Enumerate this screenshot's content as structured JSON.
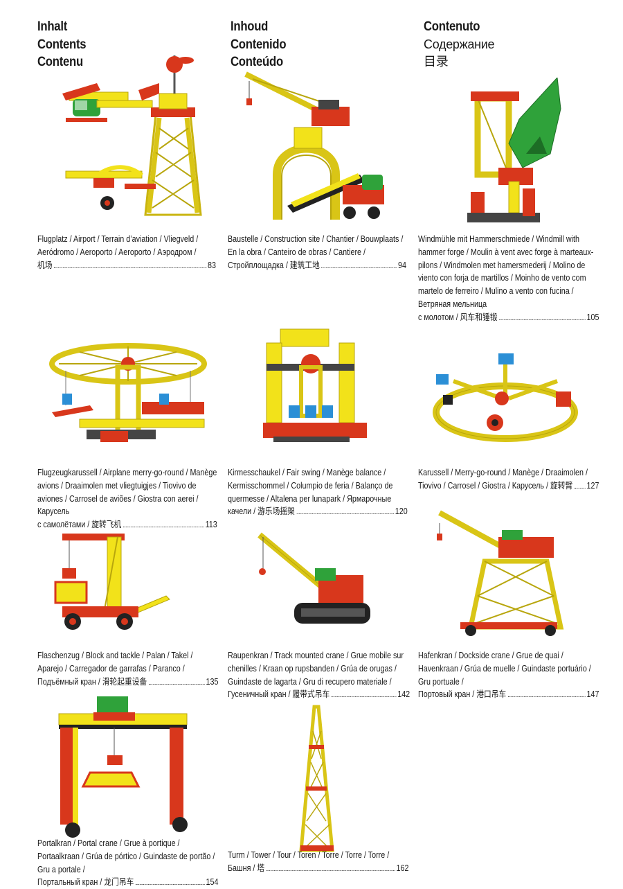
{
  "headers": [
    {
      "lines": [
        "Inhalt",
        "Contents",
        "Contenu"
      ]
    },
    {
      "lines": [
        "Inhoud",
        "Contenido",
        "Conteúdo"
      ]
    },
    {
      "lines": [
        "Contenuto",
        "Содержание",
        "目录"
      ]
    }
  ],
  "entries": [
    {
      "text": "Flugplatz / Airport / Terrain d’aviation / Vliegveld / Aeródromo / Aeroporto / Aeroporto / Аэродром /",
      "last": "机场",
      "page": "83",
      "icon": "airport-model-image"
    },
    {
      "text": "Baustelle / Construction site / Chantier / Bouwplaats / En la obra / Canteiro de obras / Cantiere /",
      "last": "Стройплощадка / 建筑工地",
      "page": "94",
      "icon": "construction-site-model-image"
    },
    {
      "text": "Windmühle mit Hammerschmiede / Windmill with hammer forge / Moulin à vent avec forge à marteaux-pilons / Windmolen met hamersmederij / Molino de viento con forja de martillos / Moinho de vento com martelo de ferreiro / Mulino a vento con fucina / Ветряная мельница",
      "last": "с молотом / 风车和锤锻",
      "page": "105",
      "icon": "windmill-model-image"
    },
    {
      "text": "Flugzeugkarussell / Airplane merry-go-round / Manège avions / Draaimolen met vliegtuigjes / Tiovivo de aviones / Carrosel de aviões / Giostra con aerei / Карусель",
      "last": "с самолётами / 旋转飞机",
      "page": "113",
      "icon": "airplane-carousel-model-image"
    },
    {
      "text": "Kirmesschaukel / Fair swing / Manège balance / Kermisschommel / Columpio de feria / Balanço de quermesse / Altalena per lunapark / Ярмарочные",
      "last": "качели / 游乐场摇架",
      "page": "120",
      "icon": "fair-swing-model-image"
    },
    {
      "text": "Karussell / Merry-go-round / Manège / Draaimolen /",
      "last": "Tiovivo / Carrosel / Giostra / Карусель / 旋转臂",
      "page": "127",
      "icon": "merry-go-round-model-image"
    },
    {
      "text": "Flaschenzug / Block and tackle / Palan / Takel / Aparejo / Carregador de garrafas / Paranco /",
      "last": "Подъёмный кран / 滑轮起重设备",
      "page": "135",
      "icon": "block-and-tackle-model-image"
    },
    {
      "text": "Raupenkran / Track mounted crane / Grue mobile sur chenilles / Kraan op rupsbanden / Grúa de orugas / Guindaste de lagarta / Gru di recupero materiale /",
      "last": "Гусеничный кран / 履带式吊车",
      "page": "142",
      "icon": "track-crane-model-image"
    },
    {
      "text": "Hafenkran / Dockside crane / Grue de quai / Havenkraan / Grúa de muelle / Guindaste portuário / Gru portuale /",
      "last": "Портовый кран / 港口吊车",
      "page": "147",
      "icon": "dockside-crane-model-image"
    },
    {
      "text": "Portalkran / Portal crane / Grue à portique / Portaalkraan / Grúa de pórtico / Guindaste de portão / Gru a portale /",
      "last": "Портальный кран / 龙门吊车",
      "page": "154",
      "icon": "portal-crane-model-image"
    },
    {
      "text": "Turm / Tower / Tour / Toren / Torre / Torre / Torre /",
      "last": "Башня / 塔",
      "page": "162",
      "icon": "tower-model-image"
    }
  ],
  "colors": {
    "yellow": "#f2e21a",
    "red": "#d8371c",
    "green": "#2fa23a",
    "black": "#222222",
    "blue": "#2b8fd6",
    "grey": "#9a9a9a"
  }
}
